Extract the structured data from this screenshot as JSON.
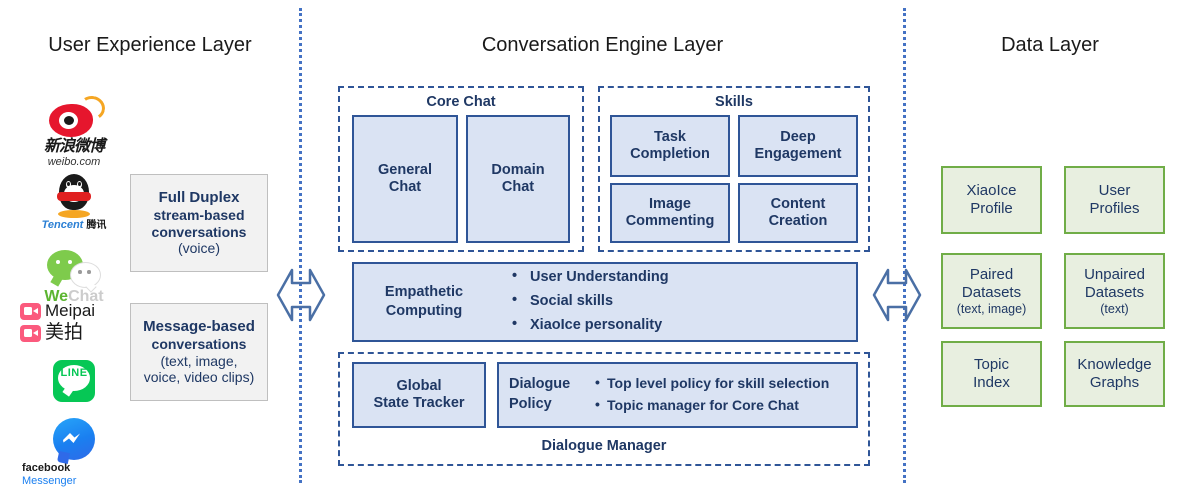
{
  "layers": {
    "user_experience": {
      "title": "User Experience Layer"
    },
    "conversation_engine": {
      "title": "Conversation Engine Layer"
    },
    "data": {
      "title": "Data Layer"
    }
  },
  "platform_logos": [
    {
      "name": "weibo",
      "cn": "新浪微博",
      "domain": "weibo.com"
    },
    {
      "name": "tencent-qq",
      "label": "Tencent",
      "cn": "腾讯"
    },
    {
      "name": "wechat",
      "label_we": "We",
      "label_chat": "Chat"
    },
    {
      "name": "meipai",
      "label_en": "Meipai",
      "label_cn": "美拍"
    },
    {
      "name": "line",
      "label": "LINE"
    },
    {
      "name": "facebook-messenger",
      "label_fb": "facebook",
      "label_mg": "Messenger"
    }
  ],
  "ux_boxes": [
    {
      "id": "full-duplex",
      "title": "Full Duplex",
      "lines_bold": [
        "stream-based",
        "conversations"
      ],
      "lines_plain": [
        "(voice)"
      ]
    },
    {
      "id": "message-based",
      "title": "Message-based",
      "lines_bold": [
        "conversations"
      ],
      "lines_plain": [
        "(text, image,",
        "voice, video clips)"
      ]
    }
  ],
  "core_chat": {
    "group_title": "Core Chat",
    "boxes": [
      {
        "line1": "General",
        "line2": "Chat"
      },
      {
        "line1": "Domain",
        "line2": "Chat"
      }
    ]
  },
  "skills": {
    "group_title": "Skills",
    "boxes": [
      {
        "line1": "Task",
        "line2": "Completion"
      },
      {
        "line1": "Deep",
        "line2": "Engagement"
      },
      {
        "line1": "Image",
        "line2": "Commenting"
      },
      {
        "line1": "Content",
        "line2": "Creation"
      }
    ]
  },
  "empathetic_computing": {
    "label_line1": "Empathetic",
    "label_line2": "Computing",
    "bullets": [
      "User Understanding",
      "Social skills",
      "XiaoIce personality"
    ]
  },
  "dialogue_manager": {
    "group_title": "Dialogue Manager",
    "global_state_tracker": {
      "line1": "Global",
      "line2": "State Tracker"
    },
    "dialogue_policy": {
      "label_line1": "Dialogue",
      "label_line2": "Policy",
      "bullets": [
        "Top level policy for skill selection",
        "Topic manager for Core Chat"
      ]
    }
  },
  "data_layer_boxes": [
    {
      "line1": "XiaoIce",
      "line2": "Profile",
      "line3": ""
    },
    {
      "line1": "User",
      "line2": "Profiles",
      "line3": ""
    },
    {
      "line1": "Paired",
      "line2": "Datasets",
      "line3": "(text, image)"
    },
    {
      "line1": "Unpaired",
      "line2": "Datasets",
      "line3": "(text)"
    },
    {
      "line1": "Topic",
      "line2": "Index",
      "line3": ""
    },
    {
      "line1": "Knowledge",
      "line2": "Graphs",
      "line3": ""
    }
  ],
  "arrows": [
    {
      "name": "ux-to-engine",
      "kind": "double-horizontal"
    },
    {
      "name": "engine-to-data",
      "kind": "double-horizontal"
    }
  ],
  "colors": {
    "blue_fill": "#dae3f3",
    "blue_border": "#2f5597",
    "green_fill": "#e8efe0",
    "green_border": "#70ad47",
    "gray_fill": "#f2f2f2",
    "gray_border": "#bfbfbf",
    "divider": "#4472c4",
    "text_navy": "#1f3864"
  }
}
